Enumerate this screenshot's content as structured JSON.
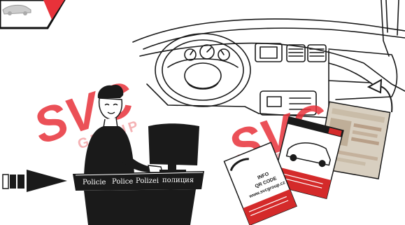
{
  "desk": {
    "labels": [
      "Policie",
      "Police",
      "Polizei",
      "полиция"
    ]
  },
  "flyer": {
    "line1": "INFO",
    "line2": "QR CODE",
    "line3": "www.svcgroup.cz"
  },
  "watermark": {
    "brand": "SVC",
    "sub": "GROUP"
  },
  "colors": {
    "ink": "#1a1a1a",
    "watermark_red": "#e8323a",
    "flyer_red": "#d42a2a"
  }
}
